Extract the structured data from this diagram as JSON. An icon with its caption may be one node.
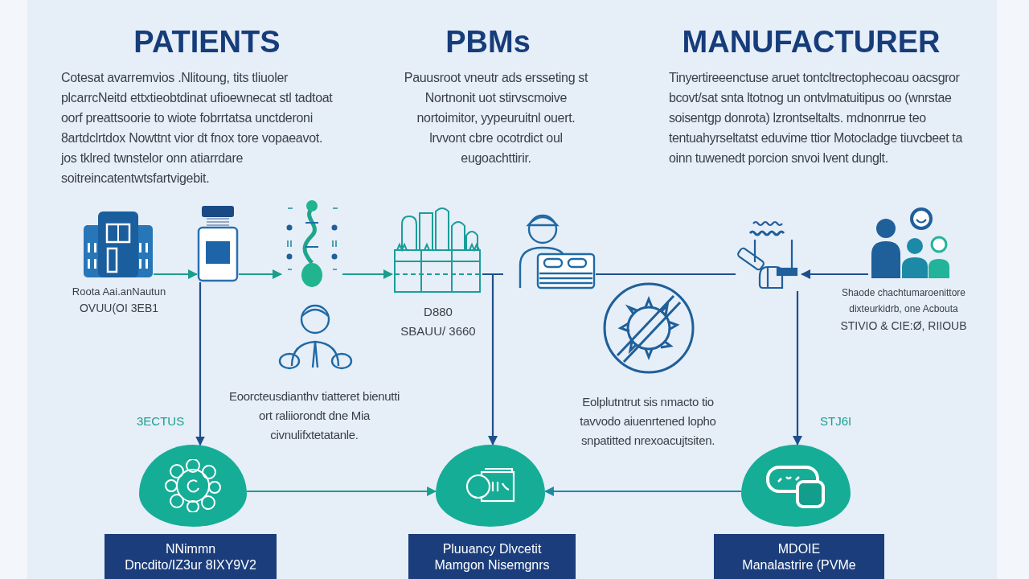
{
  "diagram": {
    "nodes": [
      {
        "text": [],
        "shape": "picture",
        "beside": [
          "Roota Aai.anNautun",
          "OVUU(OI 3EB1"
        ]
      },
      {
        "text": [],
        "shape": "picture"
      },
      {
        "text": [],
        "shape": "picture"
      },
      {
        "text": [],
        "shape": "picture",
        "beside": [
          "D880",
          "SBAUU/ 3660"
        ]
      },
      {
        "text": [],
        "shape": "picture"
      },
      {
        "text": [],
        "shape": "picture"
      },
      {
        "text": [],
        "shape": "picture",
        "beside": [
          "Shaode chachtumaroenittore dixteurkidrb, one Acbouta",
          "STIVIO & CIE:Ø, RIIOUB"
        ]
      },
      {
        "text": [],
        "shape": "circle"
      },
      {
        "text": [],
        "shape": "circle"
      },
      {
        "text": [],
        "shape": "circle"
      },
      {
        "text": [
          "NNimmn",
          "Dncdito/IZ3ur 8IXY9V2"
        ]
      },
      {
        "text": [
          "Pluuancy Dlvcetit Mamgon Nisemgnrs"
        ]
      },
      {
        "text": [
          "MDOIE",
          "Manalastrire (PVMe"
        ]
      }
    ],
    "edges": [
      {
        "from": 0,
        "to": 1,
        "arrow": "to",
        "color": "#1a9e8c"
      },
      {
        "from": 1,
        "to": 2,
        "arrow": "to",
        "color": "#1a9e8c"
      },
      {
        "from": 2,
        "to": 3,
        "arrow": "to",
        "color": "#1a9e8c"
      },
      {
        "from": 1,
        "to": 7,
        "arrow": "to"
      },
      {
        "from": 3,
        "to": 8,
        "arrow": "to"
      },
      {
        "from": 4,
        "to": 5,
        "arrow": "none"
      },
      {
        "from": 6,
        "to": 5,
        "arrow": "to"
      },
      {
        "from": 5,
        "to": 9,
        "arrow": "to"
      },
      {
        "from": 7,
        "to": 8,
        "arrow": "to",
        "color": "#1a9e8c"
      },
      {
        "from": 9,
        "to": 8,
        "arrow": "to",
        "color": "#1d8aa0"
      }
    ],
    "labels": [
      "PATIENTS",
      "PBMs",
      "MANUFACTURER",
      "Cotesat avarremvios .Nlitoung, tits tliuoler plcarrcNeitd ettxtieobtdinat ufioewnecat stl tadtoat oorf preattsoorie to wiote fobrrtatsa unctderoni 8artdclrtdox Nowttnt vior dt fnox tore vopaeavot. jos tklred twnstelor onn atiarrdare soitreincatentwtsfartvigebit.",
      "Pauusroot vneutr ads ersseting st Nortnonit uot stirvscmoive nortoimitor, yypeuruitnl ouert. lrvvont cbre ocotrdict oul eugoachttirir.",
      "Tinyertireeenctuse aruet tontcltrectophecoau oacsgror bcovt/sat snta ltotnog un ontvlmatuitipus oo (wnrstae soisentgp donrota) lzrontseltalts. mdnonrrue teo tentuahyrseltatst eduvime ttior Motocladge tiuvcbeet ta oinn tuwenedt porcion snvoi lvent dunglt.",
      "Eoorcteusdianthv tiatteret bienutti ort raliiorondt dne Mia civnulifxtetatanle.",
      "Eolplutntrut sis nmacto tio tavvodo aiuenrtened lopho snpatitted nrexoacujtsiten.",
      "3ECTUS",
      "STJ6I"
    ]
  }
}
